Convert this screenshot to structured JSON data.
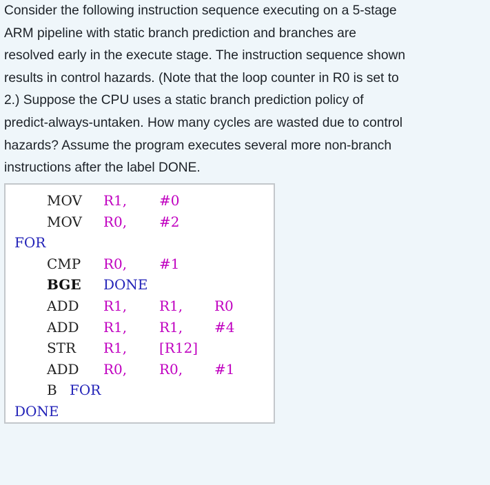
{
  "question": {
    "lines": [
      "Consider the following instruction sequence executing on a 5-stage",
      "ARM pipeline with static branch prediction and branches are",
      "resolved early in the execute stage. The instruction sequence shown",
      "results in control hazards. (Note that the loop counter in R0 is set to",
      "2.) Suppose the CPU uses a static branch prediction policy of",
      "predict-always-untaken. How many cycles are wasted due to control",
      "hazards? Assume the program executes several more non-branch",
      "instructions after the label DONE."
    ]
  },
  "code": {
    "lines": [
      {
        "kind": "instr",
        "op": "MOV",
        "args": [
          "R1,",
          "#0"
        ]
      },
      {
        "kind": "instr",
        "op": "MOV",
        "args": [
          "R0,",
          "#2"
        ]
      },
      {
        "kind": "label",
        "text": "FOR"
      },
      {
        "kind": "instr",
        "op": "CMP",
        "args": [
          "R0,",
          "#1"
        ]
      },
      {
        "kind": "instr",
        "op": "BGE",
        "args": [
          "DONE"
        ]
      },
      {
        "kind": "instr",
        "op": "ADD",
        "args": [
          "R1,",
          "R1,",
          "R0"
        ]
      },
      {
        "kind": "instr",
        "op": "ADD",
        "args": [
          "R1,",
          "R1,",
          "#4"
        ]
      },
      {
        "kind": "instr",
        "op": "STR",
        "args": [
          "R1,",
          "[R12]"
        ]
      },
      {
        "kind": "instr",
        "op": "ADD",
        "args": [
          "R0,",
          "R0,",
          "#1"
        ]
      },
      {
        "kind": "instr",
        "op": "B",
        "args": [
          "FOR"
        ]
      },
      {
        "kind": "label",
        "text": "DONE"
      }
    ],
    "colors": {
      "register": "#c000c0",
      "label": "#2323b8",
      "opcode": "#222222"
    }
  }
}
